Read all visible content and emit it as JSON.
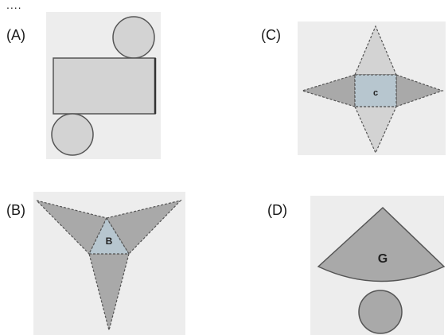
{
  "header": {
    "ellipsis": "...."
  },
  "options": {
    "a": {
      "label": "(A)"
    },
    "b": {
      "label": "(B)",
      "face_label": "B"
    },
    "c": {
      "label": "(C)",
      "face_label": "c"
    },
    "d": {
      "label": "(D)",
      "face_label": "G"
    }
  },
  "colors": {
    "panel_bg": "#ededed",
    "light_face": "#d3d3d3",
    "dark_face": "#a9a9a9",
    "outline": "#555555"
  }
}
